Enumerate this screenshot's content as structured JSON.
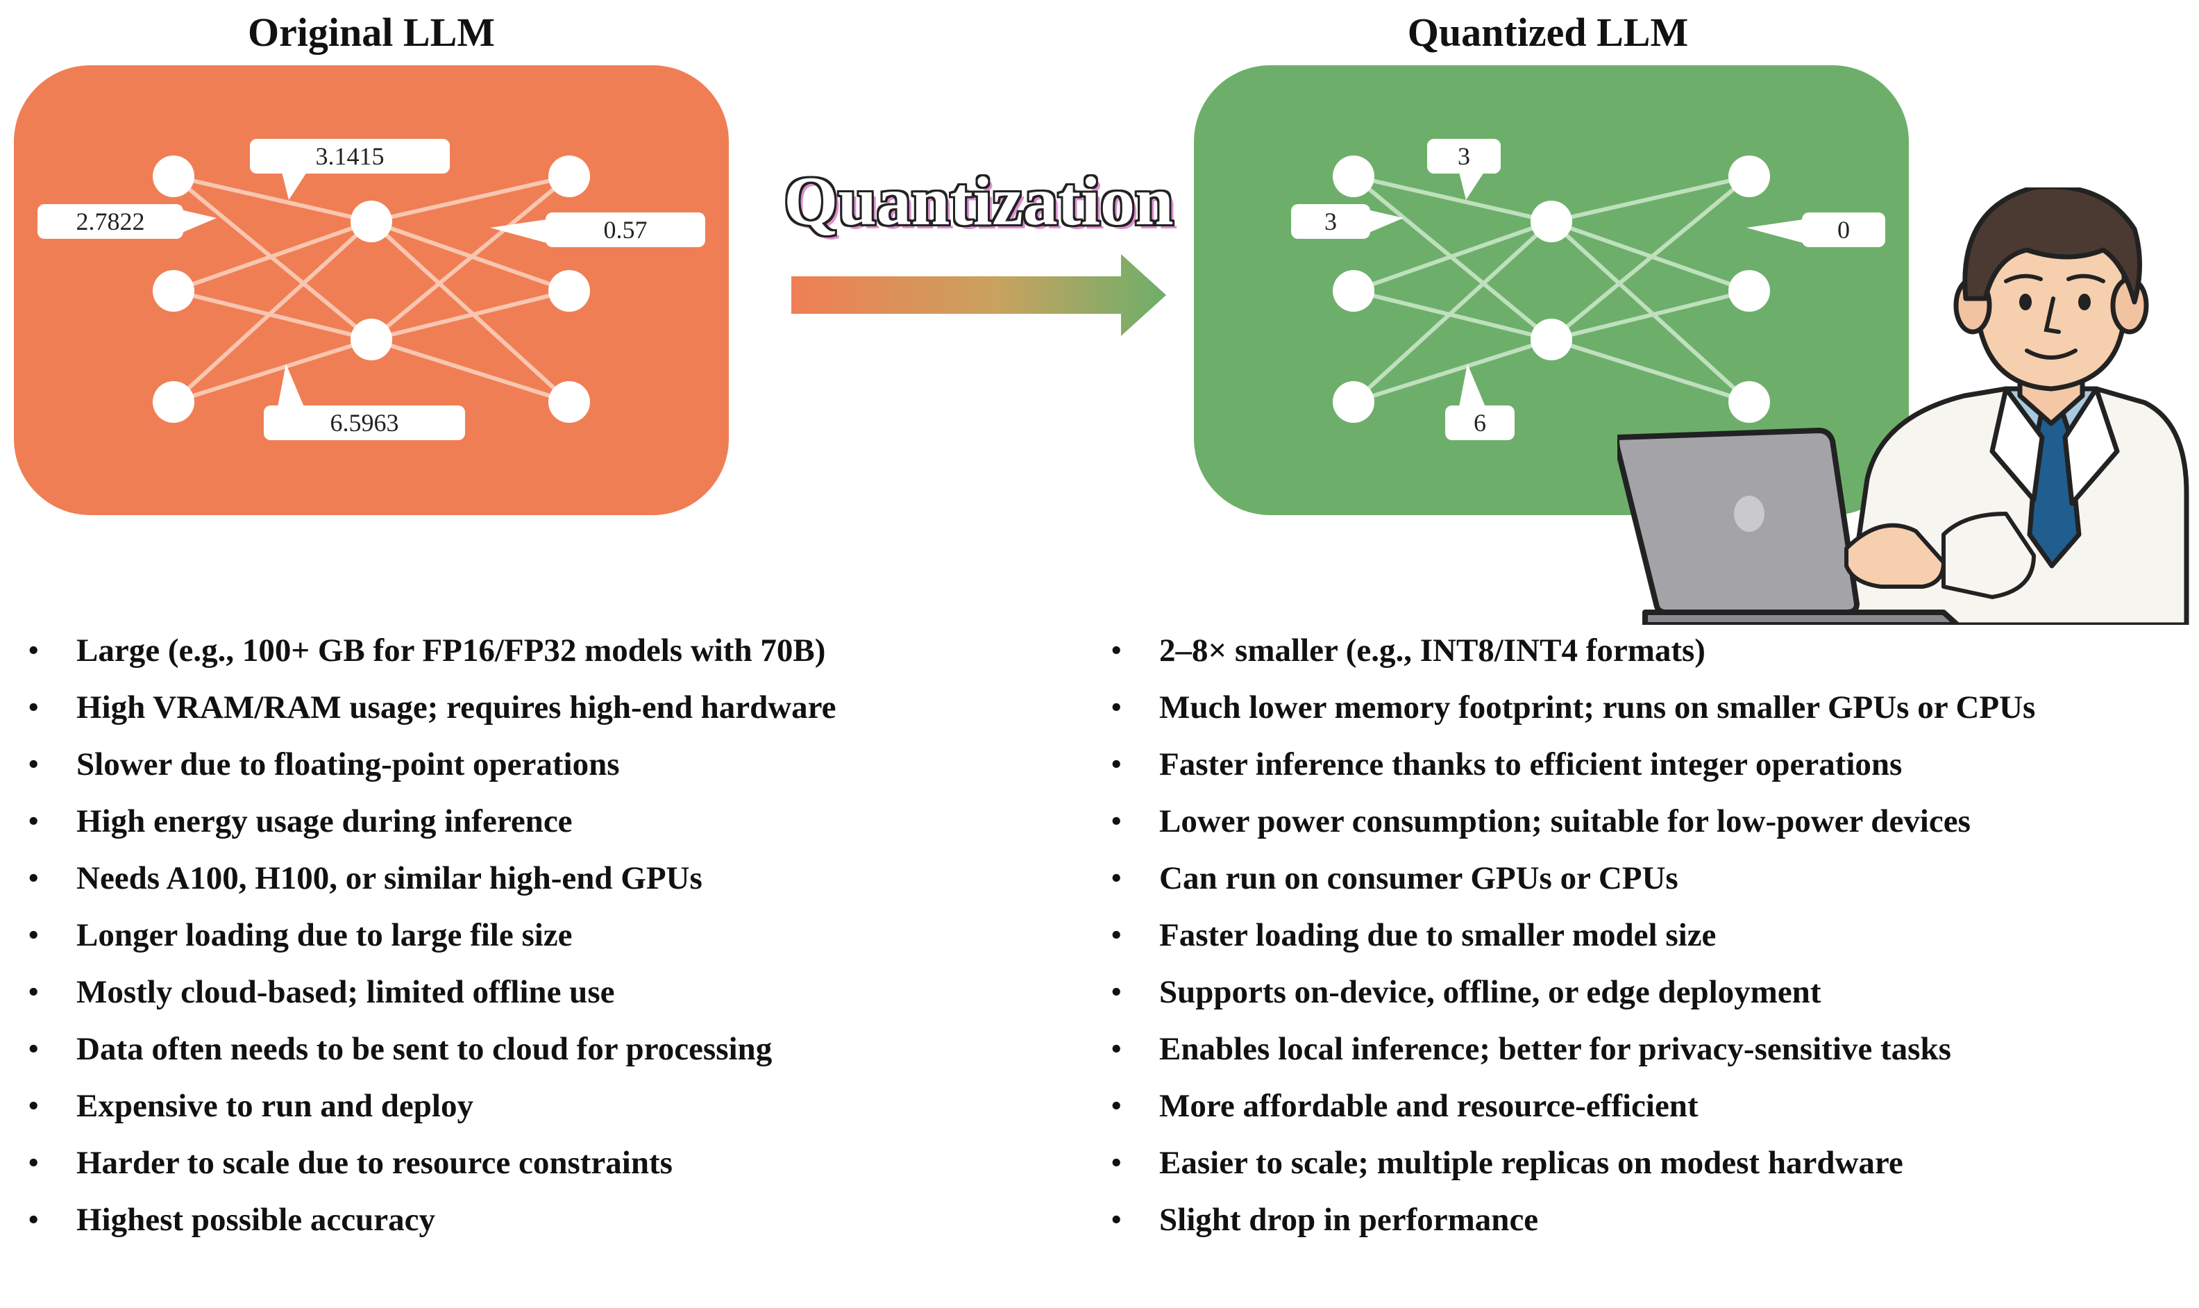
{
  "original": {
    "title": "Original LLM",
    "weights": [
      "3.1415",
      "2.7822",
      "0.57",
      "6.5963"
    ],
    "features": [
      "Large (e.g., 100+ GB for FP16/FP32 models with 70B)",
      "High VRAM/RAM usage; requires high-end hardware",
      "Slower due to floating-point operations",
      "High energy usage during inference",
      "Needs A100, H100, or similar high-end GPUs",
      "Longer loading due to large file size",
      "Mostly cloud-based; limited offline use",
      "Data often needs to be sent to cloud for processing",
      "Expensive to run and deploy",
      "Harder to scale due to resource constraints",
      "Highest possible accuracy"
    ],
    "color": "#f07e55"
  },
  "process": {
    "label": "Quantization"
  },
  "quantized": {
    "title": "Quantized LLM",
    "weights": [
      "3",
      "3",
      "0",
      "6"
    ],
    "features": [
      "2–8× smaller (e.g., INT8/INT4 formats)",
      "Much lower memory footprint; runs on smaller GPUs or CPUs",
      "Faster inference thanks to efficient integer operations",
      "Lower power consumption; suitable for low-power devices",
      "Can run on consumer GPUs or CPUs",
      "Faster loading due to smaller model size",
      "Supports on-device, offline, or edge deployment",
      "Enables local inference; better for privacy-sensitive tasks",
      "More affordable and resource-efficient",
      "Easier to scale; multiple replicas on modest hardware",
      "Slight drop in performance"
    ],
    "color": "#6daf6a"
  }
}
